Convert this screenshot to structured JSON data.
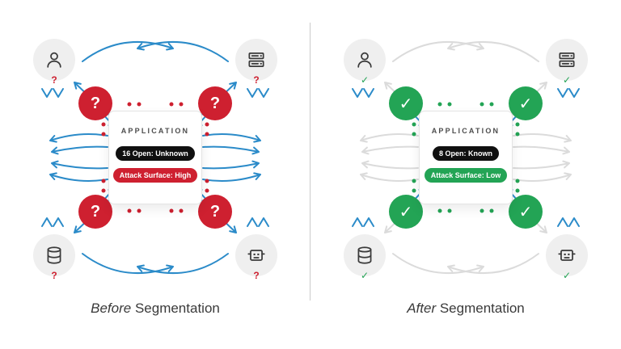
{
  "divider": {
    "color": "#CBCBCB"
  },
  "nodes": [
    {
      "icon": "user-icon",
      "position": "top-left"
    },
    {
      "icon": "server-icon",
      "position": "top-right"
    },
    {
      "icon": "database-icon",
      "position": "bottom-left"
    },
    {
      "icon": "robot-icon",
      "position": "bottom-right"
    }
  ],
  "panels": [
    {
      "id": "before",
      "caption": {
        "emphasis": "Before",
        "rest": " Segmentation"
      },
      "card": {
        "title": "APPLICATION",
        "open_label": "16 Open: Unknown",
        "surface_label": "Attack Surface: High"
      },
      "badge_symbol": "?",
      "corner_mark": "?",
      "colors": {
        "arrow1": "#2B8BC9",
        "arrow2": "#2B8BC9",
        "dot": "#CE2030",
        "badge": "#CE2030",
        "mark": "#CE2030",
        "pill": "#CE2030",
        "open_pill": "#101010"
      }
    },
    {
      "id": "after",
      "caption": {
        "emphasis": "After",
        "rest": " Segmentation"
      },
      "card": {
        "title": "APPLICATION",
        "open_label": "8 Open: Known",
        "surface_label": "Attack Surface: Low"
      },
      "badge_symbol": "✓",
      "corner_mark": "✓",
      "colors": {
        "arrow1": "#2B8BC9",
        "arrow2": "#DBDBDB",
        "dot": "#23A455",
        "badge": "#23A455",
        "mark": "#23A455",
        "pill": "#23A455",
        "open_pill": "#101010"
      }
    }
  ]
}
